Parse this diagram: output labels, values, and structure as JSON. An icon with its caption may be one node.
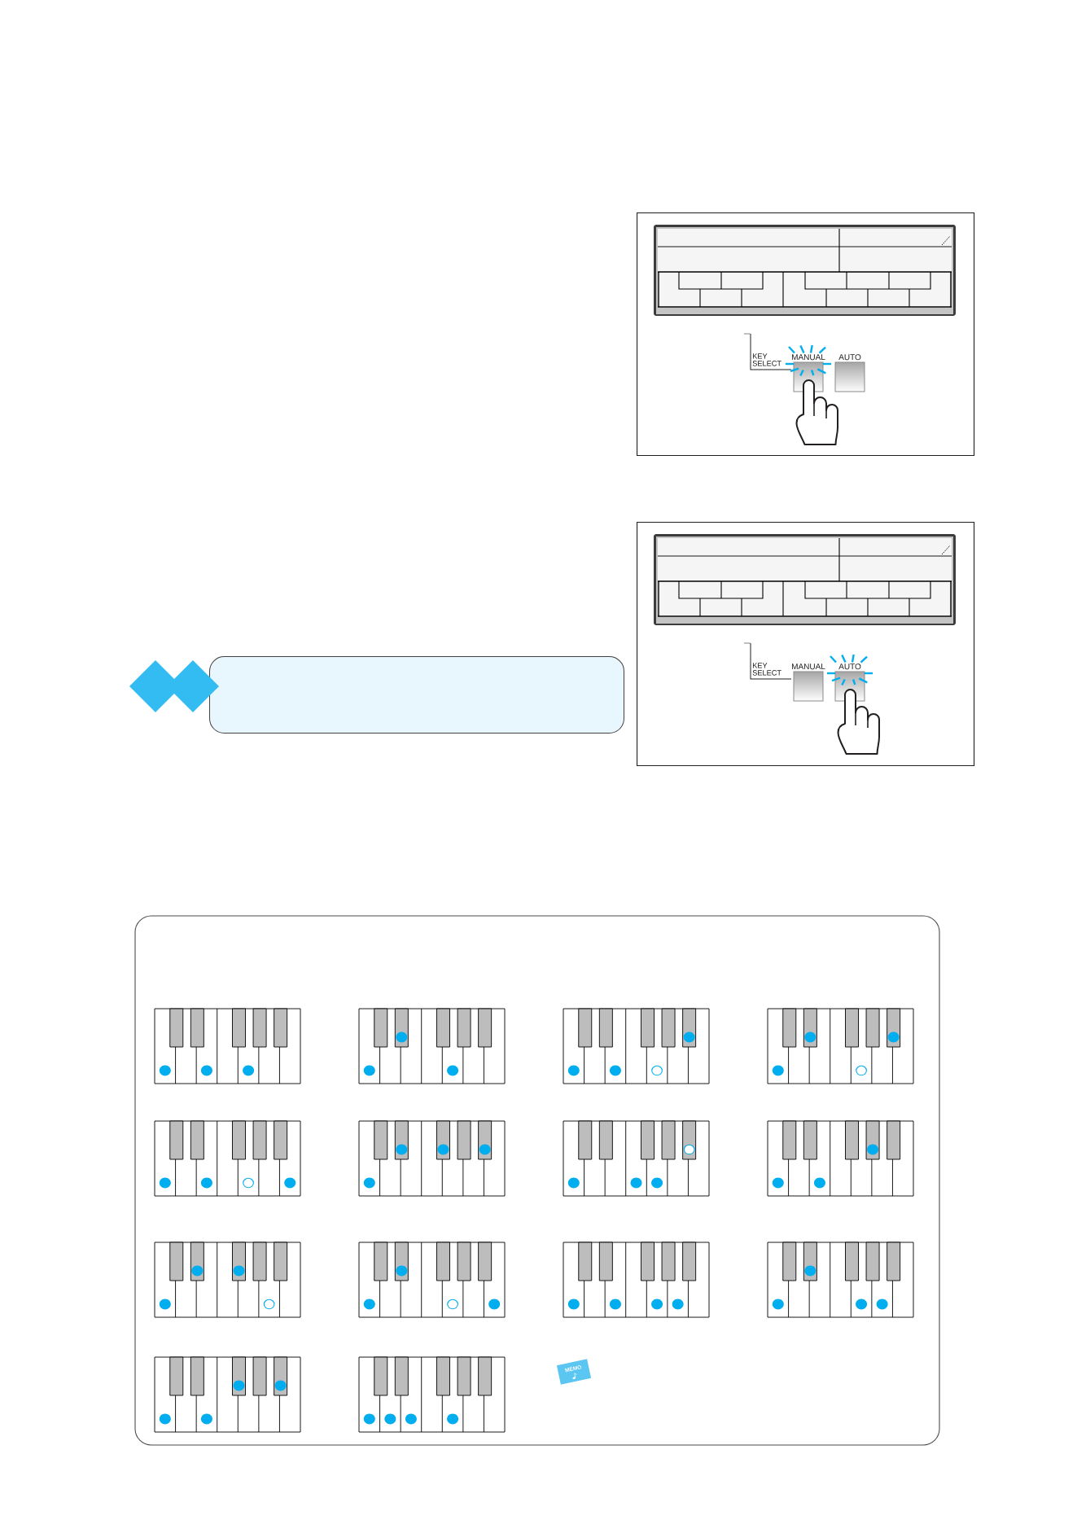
{
  "diagram": {
    "nodes": [
      {
        "text": [],
        "shape": "box"
      },
      {
        "text": [
          "MANUAL"
        ],
        "in": 0
      },
      {
        "text": [
          "AUTO"
        ],
        "in": 0
      },
      {
        "text": [],
        "shape": "box"
      },
      {
        "text": [
          "MANUAL"
        ],
        "in": 3
      },
      {
        "text": [
          "AUTO"
        ],
        "in": 3
      },
      {
        "text": [],
        "shape": "box"
      }
    ],
    "labels": [
      "KEY SELECT",
      "KEY SELECT",
      "MEMO"
    ]
  }
}
